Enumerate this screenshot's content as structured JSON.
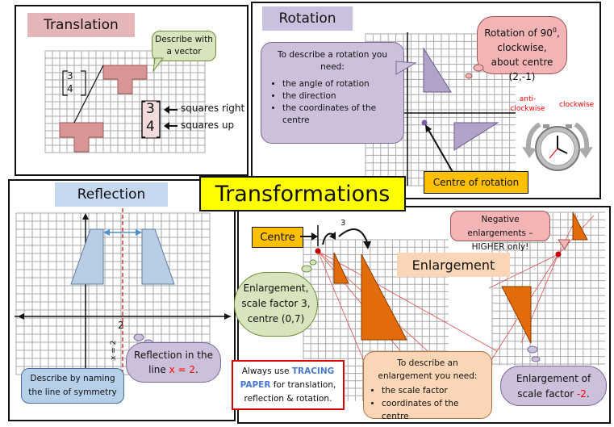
{
  "main_title": "Transformations",
  "translation": {
    "title": "Translation",
    "callout": "Describe with a vector",
    "vector_top": "3",
    "vector_bottom": "4",
    "big_vector_top": "3",
    "big_vector_bottom": "4",
    "label_right": "squares right",
    "label_up": "squares up"
  },
  "rotation": {
    "title": "Rotation",
    "intro": "To describe a rotation you need:",
    "bullets": [
      "the angle of rotation",
      "the direction",
      "the coordinates of the centre"
    ],
    "example_line1": "Rotation of 90",
    "example_degree": "0",
    "example_line2": ", clockwise, about centre (2,-1)",
    "anticlockwise": "anti-clockwise",
    "clockwise": "clockwise",
    "centre_label": "Centre of rotation"
  },
  "reflection": {
    "title": "Reflection",
    "axis_label": "2",
    "line_label": "x = 2",
    "callout_pre": "Reflection in the line ",
    "callout_highlight": "x = 2",
    "callout_post": ".",
    "naming": "Describe by naming the line of symmetry"
  },
  "enlargement": {
    "title": "Enlargement",
    "centre_tag": "Centre",
    "distance_label": "3",
    "cloud_text": "Enlargement, scale factor 3, centre (0,7)",
    "negative_note": "Negative enlargements – HIGHER only!",
    "intro": "To describe an enlargement you need:",
    "bullets": [
      "the scale factor",
      "coordinates of the centre"
    ],
    "negative_pre": "Enlargement of scale factor ",
    "negative_value": "-2",
    "negative_post": "."
  },
  "tracing": {
    "pre": "Always use ",
    "highlight": "TRACING PAPER",
    "post": " for translation, reflection & rotation."
  },
  "colors": {
    "translation_title_bg": "#e6b5b8",
    "rotation_title_bg": "#c9c1dd",
    "reflection_title_bg": "#c5d8ef",
    "enlargement_title_bg": "#fad6b6",
    "main_title_bg": "#ffff00",
    "shape_pink": "#d99696",
    "shape_purple": "#b3a2c7",
    "shape_blue": "#b9cde4",
    "shape_orange": "#e36c0a",
    "callout_green": "#d7e4bd",
    "callout_purple": "#ccc0da",
    "callout_pink": "#f2b4b4",
    "callout_peach": "#fbd4b4",
    "callout_blue": "#b7d0ea",
    "centre_orange": "#ffc000",
    "red_text": "#ff0000"
  }
}
